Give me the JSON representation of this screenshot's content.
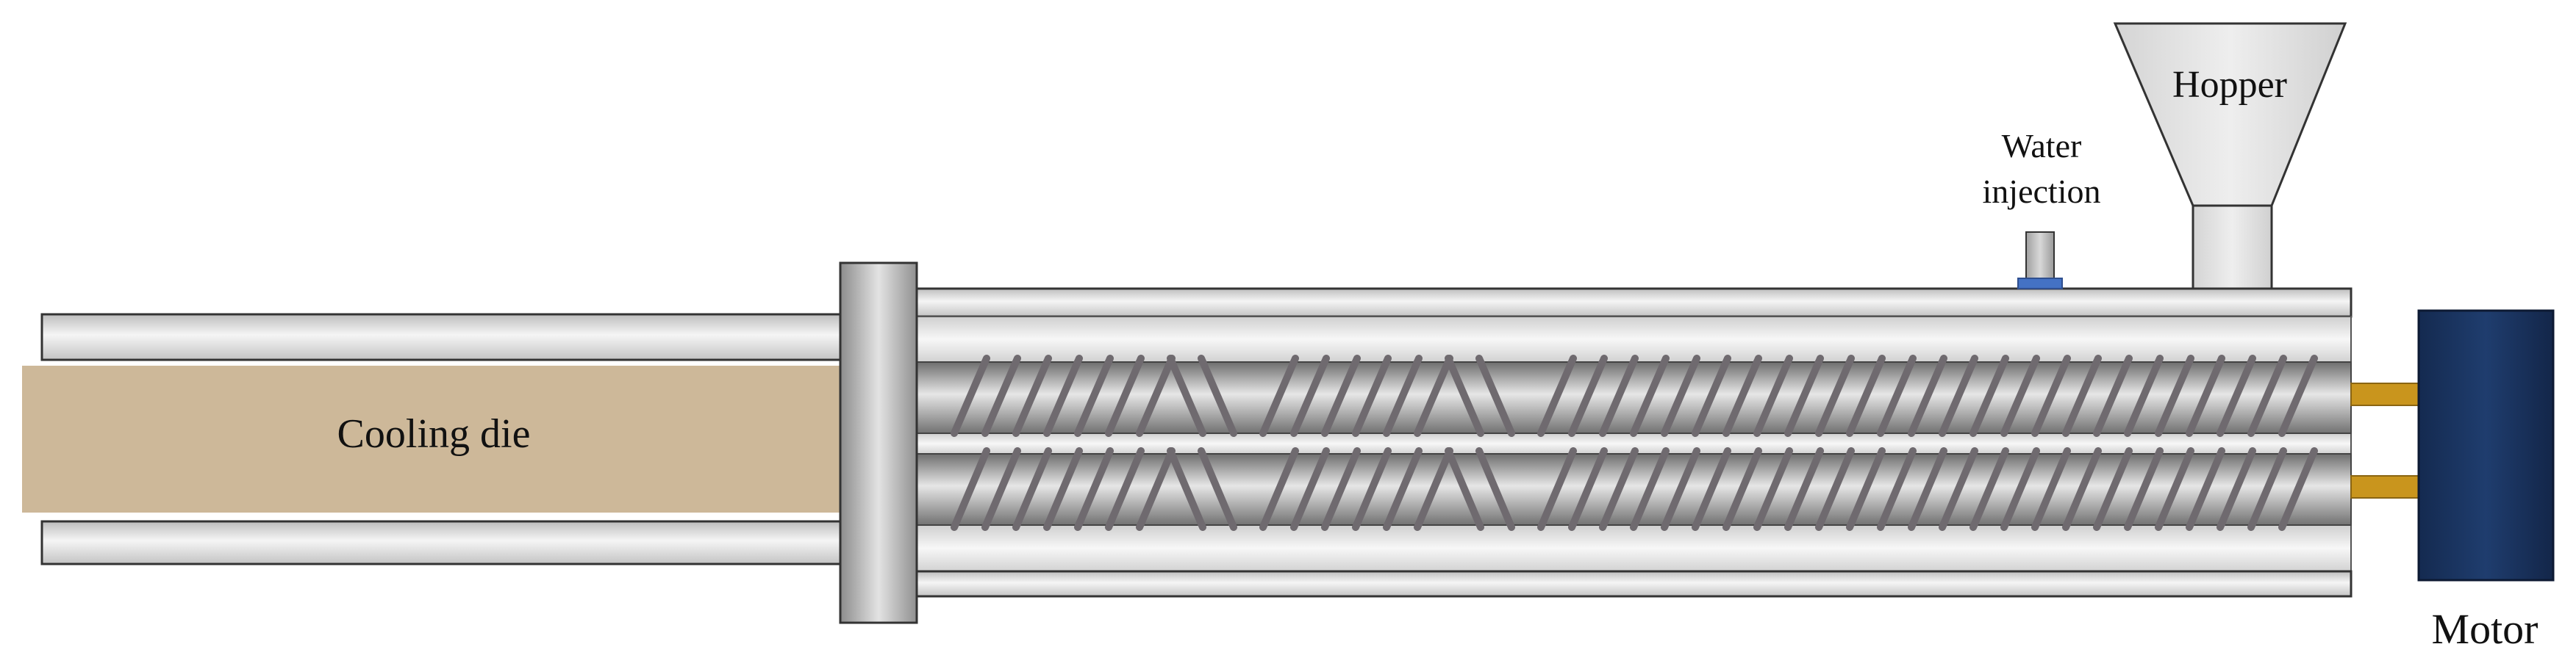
{
  "labels": {
    "cooling_die": "Cooling die",
    "hopper": "Hopper",
    "water_injection_line1": "Water",
    "water_injection_line2": "injection",
    "motor": "Motor"
  },
  "colors": {
    "cooling_die_core": "#cdb899",
    "motor": "#1b3460",
    "shaft": "#c9951d",
    "water_port": "#4472c4",
    "screw_flight": "#6f6a6f",
    "outline": "#333333"
  }
}
